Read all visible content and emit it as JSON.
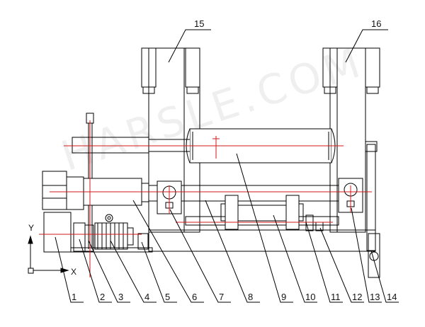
{
  "watermark": "HARSLE.COM",
  "axes": {
    "y_label": "Y",
    "x_label": "X"
  },
  "callouts": {
    "bottom": [
      "1",
      "2",
      "3",
      "4",
      "5",
      "6",
      "7",
      "8",
      "9",
      "10",
      "11",
      "12",
      "13",
      "14"
    ],
    "top": [
      "15",
      "16"
    ]
  },
  "colors": {
    "line": "#000000",
    "centerline": "#d11a1a",
    "watermark": "#000000"
  }
}
